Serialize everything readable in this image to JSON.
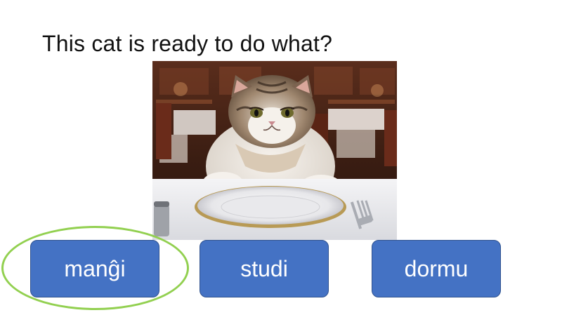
{
  "question": {
    "text": "This cat is ready to do what?"
  },
  "image": {
    "subject": "cat at dinner table with plate and fork",
    "icon": "photo-image"
  },
  "answers": [
    {
      "label": "manĝi",
      "selected": true
    },
    {
      "label": "studi",
      "selected": false
    },
    {
      "label": "dormu",
      "selected": false
    }
  ],
  "colors": {
    "button_fill": "#4472c4",
    "button_border": "#2f528f",
    "highlight": "#92d050",
    "text": "#111111"
  }
}
